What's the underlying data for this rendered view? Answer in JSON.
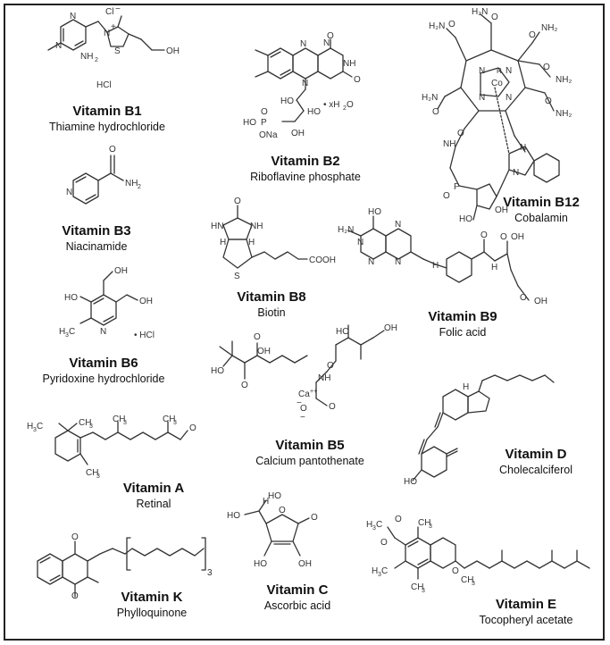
{
  "vitamins": [
    {
      "name": "Vitamin B1",
      "common": "Thiamine hydrochloride",
      "atoms": [
        "Cl",
        "−",
        "N",
        "+",
        "S",
        "OH",
        "N",
        "N",
        "NH",
        "2",
        "HCl"
      ]
    },
    {
      "name": "Vitamin B2",
      "common": "Riboflavine phosphate",
      "atoms": [
        "N",
        "N",
        "NH",
        "O",
        "O",
        "N",
        "HO",
        "HO",
        "OH",
        "• xH",
        "2",
        "O",
        "HO",
        "P",
        "O",
        "ONa"
      ]
    },
    {
      "name": "Vitamin B12",
      "common": "Cobalamin",
      "atoms": [
        "H₂N",
        "O",
        "H₂N",
        "O",
        "NH₂",
        "O",
        "NH₂",
        "O",
        "Co",
        "R",
        "N",
        "N",
        "N",
        "N",
        "H₂N",
        "O",
        "NH₂",
        "O",
        "NH",
        "O",
        "N",
        "N",
        "P",
        "O",
        "OH",
        "HO"
      ]
    },
    {
      "name": "Vitamin B3",
      "common": "Niacinamide",
      "atoms": [
        "O",
        "NH",
        "2",
        "N"
      ]
    },
    {
      "name": "Vitamin B8",
      "common": "Biotin",
      "atoms": [
        "O",
        "HN",
        "NH",
        "H",
        "H",
        "S",
        "COOH"
      ]
    },
    {
      "name": "Vitamin B9",
      "common": "Folic acid",
      "atoms": [
        "HO",
        "N",
        "N",
        "H₂N",
        "N",
        "N",
        "H",
        "O",
        "OH",
        "O",
        "H",
        "O",
        "OH"
      ]
    },
    {
      "name": "Vitamin B6",
      "common": "Pyridoxine hydrochloride",
      "atoms": [
        "OH",
        "HO",
        "OH",
        "H",
        "3",
        "C",
        "N",
        "• HCl"
      ]
    },
    {
      "name": "Vitamin B5",
      "common": "Calcium pantothenate",
      "atoms": [
        "OH",
        "HN",
        "HO",
        "O",
        "O",
        "Ca",
        "++",
        "O",
        "−",
        "HO",
        "OH",
        "O",
        "NH",
        "O",
        "−",
        "O"
      ]
    },
    {
      "name": "Vitamin D",
      "common": "Cholecalciferol",
      "atoms": [
        "H",
        "HO"
      ]
    },
    {
      "name": "Vitamin A",
      "common": "Retinal",
      "atoms": [
        "H",
        "3",
        "C",
        "CH",
        "3",
        "CH",
        "3",
        "CH",
        "3",
        "CH",
        "3",
        "O"
      ]
    },
    {
      "name": "Vitamin C",
      "common": "Ascorbic acid",
      "atoms": [
        "HO",
        "H",
        "O",
        "O",
        "HO",
        "HO",
        "OH"
      ]
    },
    {
      "name": "Vitamin E",
      "common": "Tocopheryl acetate",
      "atoms": [
        "H",
        "3",
        "C",
        "O",
        "O",
        "CH",
        "3",
        "H",
        "3",
        "C",
        "CH",
        "3",
        "O",
        "CH",
        "3"
      ]
    },
    {
      "name": "Vitamin K",
      "common": "Phylloquinone",
      "atoms": [
        "O",
        "O",
        "3"
      ]
    }
  ]
}
